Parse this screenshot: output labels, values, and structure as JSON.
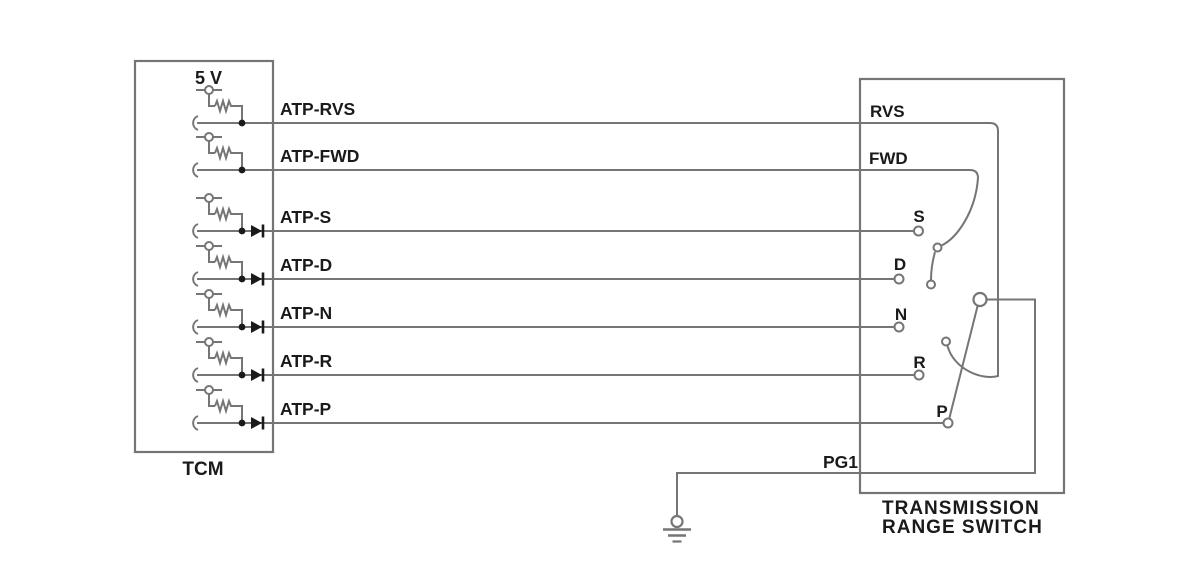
{
  "title": "TCM / Transmission Range Switch wiring diagram",
  "colors": {
    "background": "#ffffff",
    "wire": "#757575",
    "component": "#1a1a1a",
    "text": "#1a1a1a"
  },
  "tcm": {
    "label": "TCM",
    "supply_label": "5 V",
    "pins": [
      {
        "label": "ATP-RVS",
        "has_diode": false
      },
      {
        "label": "ATP-FWD",
        "has_diode": false
      },
      {
        "label": "ATP-S",
        "has_diode": true
      },
      {
        "label": "ATP-D",
        "has_diode": true
      },
      {
        "label": "ATP-N",
        "has_diode": true
      },
      {
        "label": "ATP-R",
        "has_diode": true
      },
      {
        "label": "ATP-P",
        "has_diode": true
      }
    ]
  },
  "range_switch": {
    "label_line1": "TRANSMISSION",
    "label_line2": "RANGE SWITCH",
    "terminals": [
      {
        "label": "RVS"
      },
      {
        "label": "FWD"
      },
      {
        "label": "S"
      },
      {
        "label": "D"
      },
      {
        "label": "N"
      },
      {
        "label": "R"
      },
      {
        "label": "P"
      },
      {
        "label": "PG1"
      }
    ]
  }
}
